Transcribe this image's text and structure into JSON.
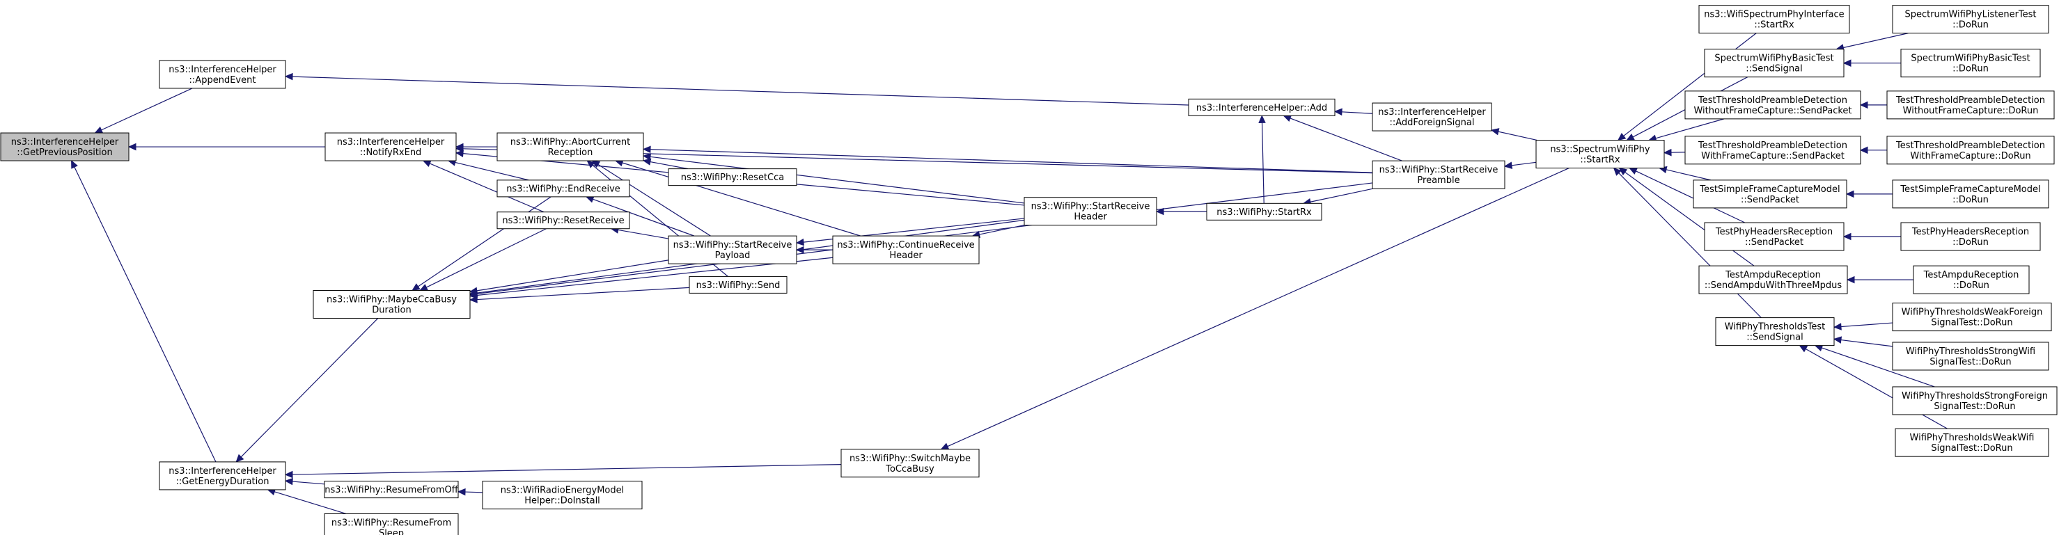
{
  "nodes": [
    {
      "id": "root",
      "lines": [
        "ns3::InterferenceHelper",
        "::GetPreviousPosition"
      ],
      "root": true
    },
    {
      "id": "append",
      "lines": [
        "ns3::InterferenceHelper",
        "::AppendEvent"
      ]
    },
    {
      "id": "notify",
      "lines": [
        "ns3::InterferenceHelper",
        "::NotifyRxEnd"
      ]
    },
    {
      "id": "energy",
      "lines": [
        "ns3::InterferenceHelper",
        "::GetEnergyDuration"
      ]
    },
    {
      "id": "ihadd",
      "lines": [
        "ns3::InterferenceHelper::Add"
      ]
    },
    {
      "id": "foreign",
      "lines": [
        "ns3::InterferenceHelper",
        "::AddForeignSignal"
      ]
    },
    {
      "id": "abort",
      "lines": [
        "ns3::WifiPhy::AbortCurrent",
        "Reception"
      ]
    },
    {
      "id": "endrx",
      "lines": [
        "ns3::WifiPhy::EndReceive"
      ]
    },
    {
      "id": "resetrx",
      "lines": [
        "ns3::WifiPhy::ResetReceive"
      ]
    },
    {
      "id": "maybecca",
      "lines": [
        "ns3::WifiPhy::MaybeCcaBusy",
        "Duration"
      ]
    },
    {
      "id": "resumeoff",
      "lines": [
        "ns3::WifiPhy::ResumeFromOff"
      ]
    },
    {
      "id": "resumesleep",
      "lines": [
        "ns3::WifiPhy::ResumeFrom",
        "Sleep"
      ]
    },
    {
      "id": "resetcca",
      "lines": [
        "ns3::WifiPhy::ResetCca"
      ]
    },
    {
      "id": "payload",
      "lines": [
        "ns3::WifiPhy::StartReceive",
        "Payload"
      ]
    },
    {
      "id": "send",
      "lines": [
        "ns3::WifiPhy::Send"
      ]
    },
    {
      "id": "radio",
      "lines": [
        "ns3::WifiRadioEnergyModel",
        "Helper::DoInstall"
      ]
    },
    {
      "id": "continue",
      "lines": [
        "ns3::WifiPhy::ContinueReceive",
        "Header"
      ]
    },
    {
      "id": "switchcca",
      "lines": [
        "ns3::WifiPhy::SwitchMaybe",
        "ToCcaBusy"
      ]
    },
    {
      "id": "header",
      "lines": [
        "ns3::WifiPhy::StartReceive",
        "Header"
      ]
    },
    {
      "id": "startrx",
      "lines": [
        "ns3::WifiPhy::StartRx"
      ]
    },
    {
      "id": "preamble",
      "lines": [
        "ns3::WifiPhy::StartReceive",
        "Preamble"
      ]
    },
    {
      "id": "spectrum",
      "lines": [
        "ns3::SpectrumWifiPhy",
        "::StartRx"
      ]
    },
    {
      "id": "sif",
      "lines": [
        "ns3::WifiSpectrumPhyInterface",
        "::StartRx"
      ]
    },
    {
      "id": "basic",
      "lines": [
        "SpectrumWifiPhyBasicTest",
        "::SendSignal"
      ]
    },
    {
      "id": "tpdwo",
      "lines": [
        "TestThresholdPreambleDetection",
        "WithoutFrameCapture::SendPacket"
      ]
    },
    {
      "id": "tpdw",
      "lines": [
        "TestThresholdPreambleDetection",
        "WithFrameCapture::SendPacket"
      ]
    },
    {
      "id": "simplefc",
      "lines": [
        "TestSimpleFrameCaptureModel",
        "::SendPacket"
      ]
    },
    {
      "id": "headers",
      "lines": [
        "TestPhyHeadersReception",
        "::SendPacket"
      ]
    },
    {
      "id": "ampdu",
      "lines": [
        "TestAmpduReception",
        "::SendAmpduWithThreeMpdus"
      ]
    },
    {
      "id": "thresh",
      "lines": [
        "WifiPhyThresholdsTest",
        "::SendSignal"
      ]
    },
    {
      "id": "listener",
      "lines": [
        "SpectrumWifiPhyListenerTest",
        "::DoRun"
      ]
    },
    {
      "id": "basicrun",
      "lines": [
        "SpectrumWifiPhyBasicTest",
        "::DoRun"
      ]
    },
    {
      "id": "tpdworun",
      "lines": [
        "TestThresholdPreambleDetection",
        "WithoutFrameCapture::DoRun"
      ]
    },
    {
      "id": "tpdwrun",
      "lines": [
        "TestThresholdPreambleDetection",
        "WithFrameCapture::DoRun"
      ]
    },
    {
      "id": "simplefcrun",
      "lines": [
        "TestSimpleFrameCaptureModel",
        "::DoRun"
      ]
    },
    {
      "id": "headersrun",
      "lines": [
        "TestPhyHeadersReception",
        "::DoRun"
      ]
    },
    {
      "id": "ampdurun",
      "lines": [
        "TestAmpduReception",
        "::DoRun"
      ]
    },
    {
      "id": "weakforeign",
      "lines": [
        "WifiPhyThresholdsWeakForeign",
        "SignalTest::DoRun"
      ]
    },
    {
      "id": "strongwifi",
      "lines": [
        "WifiPhyThresholdsStrongWifi",
        "SignalTest::DoRun"
      ]
    },
    {
      "id": "strongforeign",
      "lines": [
        "WifiPhyThresholdsStrongForeign",
        "SignalTest::DoRun"
      ]
    },
    {
      "id": "weakwifi",
      "lines": [
        "WifiPhyThresholdsWeakWifi",
        "SignalTest::DoRun"
      ]
    }
  ],
  "edges": [
    [
      "append",
      "root"
    ],
    [
      "notify",
      "root"
    ],
    [
      "energy",
      "root"
    ],
    [
      "ihadd",
      "append"
    ],
    [
      "abort",
      "notify"
    ],
    [
      "endrx",
      "notify"
    ],
    [
      "resetrx",
      "notify"
    ],
    [
      "header",
      "notify"
    ],
    [
      "preamble",
      "notify"
    ],
    [
      "maybecca",
      "energy"
    ],
    [
      "resumeoff",
      "energy"
    ],
    [
      "resumesleep",
      "energy"
    ],
    [
      "switchcca",
      "energy"
    ],
    [
      "foreign",
      "ihadd"
    ],
    [
      "startrx",
      "ihadd"
    ],
    [
      "preamble",
      "ihadd"
    ],
    [
      "spectrum",
      "foreign"
    ],
    [
      "resetcca",
      "abort"
    ],
    [
      "payload",
      "abort"
    ],
    [
      "send",
      "abort"
    ],
    [
      "continue",
      "abort"
    ],
    [
      "header",
      "abort"
    ],
    [
      "preamble",
      "abort"
    ],
    [
      "payload",
      "endrx"
    ],
    [
      "payload",
      "resetrx"
    ],
    [
      "endrx",
      "maybecca"
    ],
    [
      "resetrx",
      "maybecca"
    ],
    [
      "payload",
      "maybecca"
    ],
    [
      "send",
      "maybecca"
    ],
    [
      "continue",
      "maybecca"
    ],
    [
      "header",
      "maybecca"
    ],
    [
      "preamble",
      "maybecca"
    ],
    [
      "radio",
      "resumeoff"
    ],
    [
      "continue",
      "payload"
    ],
    [
      "header",
      "payload"
    ],
    [
      "header",
      "continue"
    ],
    [
      "spectrum",
      "switchcca"
    ],
    [
      "startrx",
      "header"
    ],
    [
      "preamble",
      "startrx"
    ],
    [
      "spectrum",
      "preamble"
    ],
    [
      "sif",
      "spectrum"
    ],
    [
      "basic",
      "spectrum"
    ],
    [
      "tpdwo",
      "spectrum"
    ],
    [
      "tpdw",
      "spectrum"
    ],
    [
      "simplefc",
      "spectrum"
    ],
    [
      "headers",
      "spectrum"
    ],
    [
      "ampdu",
      "spectrum"
    ],
    [
      "thresh",
      "spectrum"
    ],
    [
      "listener",
      "basic"
    ],
    [
      "basicrun",
      "basic"
    ],
    [
      "tpdworun",
      "tpdwo"
    ],
    [
      "tpdwrun",
      "tpdw"
    ],
    [
      "simplefcrun",
      "simplefc"
    ],
    [
      "headersrun",
      "headers"
    ],
    [
      "ampdurun",
      "ampdu"
    ],
    [
      "weakforeign",
      "thresh"
    ],
    [
      "strongwifi",
      "thresh"
    ],
    [
      "strongforeign",
      "thresh"
    ],
    [
      "weakwifi",
      "thresh"
    ]
  ]
}
